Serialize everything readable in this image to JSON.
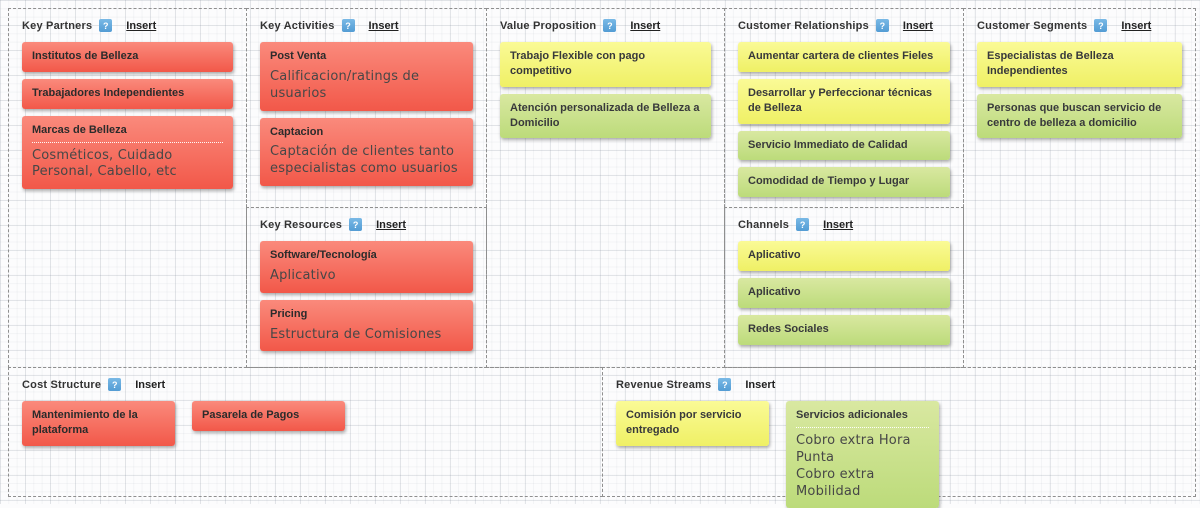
{
  "canvas": {
    "help_glyph": "?",
    "colors": {
      "note_red_top": "#fa8a7c",
      "note_red_bottom": "#f25849",
      "note_yellow_top": "#fafa96",
      "note_yellow_bottom": "#eff065",
      "note_green_top": "#d9e8a1",
      "note_green_bottom": "#bcdb7a",
      "help_badge": "#539cd4",
      "section_border": "#8f8f8f"
    }
  },
  "sections": {
    "key_partners": {
      "title": "Key Partners",
      "insert_label": "Insert",
      "notes": [
        {
          "color": "red",
          "title": "Institutos de Belleza"
        },
        {
          "color": "red",
          "title": "Trabajadores Independientes"
        },
        {
          "color": "red",
          "title": "Marcas de Belleza",
          "body": "Cosméticos, Cuidado Personal, Cabello, etc"
        }
      ]
    },
    "key_activities": {
      "title": "Key Activities",
      "insert_label": "Insert",
      "notes": [
        {
          "color": "red",
          "title": "Post Venta",
          "body": "Calificacion/ratings de usuarios"
        },
        {
          "color": "red",
          "title": "Captacion",
          "body": "Captación de clientes tanto especialistas como usuarios"
        }
      ]
    },
    "key_resources": {
      "title": "Key Resources",
      "insert_label": "Insert",
      "notes": [
        {
          "color": "red",
          "title": "Software/Tecnología",
          "body": "Aplicativo"
        },
        {
          "color": "red",
          "title": "Pricing",
          "body": "Estructura de Comisiones"
        }
      ]
    },
    "value_proposition": {
      "title": "Value Proposition",
      "insert_label": "Insert",
      "notes": [
        {
          "color": "yellow",
          "title": "Trabajo Flexible con pago competitivo"
        },
        {
          "color": "green",
          "title": "Atención personalizada de Belleza a Domicilio"
        }
      ]
    },
    "customer_relationships": {
      "title": "Customer Relationships",
      "insert_label": "Insert",
      "notes": [
        {
          "color": "yellow",
          "title": "Aumentar cartera de clientes Fieles"
        },
        {
          "color": "yellow",
          "title": "Desarrollar y Perfeccionar técnicas de Belleza"
        },
        {
          "color": "green",
          "title": "Servicio Immediato de Calidad"
        },
        {
          "color": "green",
          "title": "Comodidad de Tiempo y Lugar"
        }
      ]
    },
    "channels": {
      "title": "Channels",
      "insert_label": "Insert",
      "notes": [
        {
          "color": "yellow",
          "title": "Aplicativo"
        },
        {
          "color": "green",
          "title": "Aplicativo"
        },
        {
          "color": "green",
          "title": "Redes Sociales"
        }
      ]
    },
    "customer_segments": {
      "title": "Customer Segments",
      "insert_label": "Insert",
      "notes": [
        {
          "color": "yellow",
          "title": "Especialistas de Belleza Independientes"
        },
        {
          "color": "green",
          "title": "Personas que buscan servicio de centro de belleza a domicilio"
        }
      ]
    },
    "cost_structure": {
      "title": "Cost Structure",
      "insert_label": "Insert",
      "notes": [
        {
          "color": "red",
          "title": "Mantenimiento de la plataforma"
        },
        {
          "color": "red",
          "title": "Pasarela de Pagos"
        }
      ]
    },
    "revenue_streams": {
      "title": "Revenue Streams",
      "insert_label": "Insert",
      "notes": [
        {
          "color": "yellow",
          "title": "Comisión por servicio entregado"
        },
        {
          "color": "green",
          "title": "Servicios adicionales",
          "body": "Cobro extra Hora Punta\nCobro extra Mobilidad"
        }
      ]
    }
  }
}
